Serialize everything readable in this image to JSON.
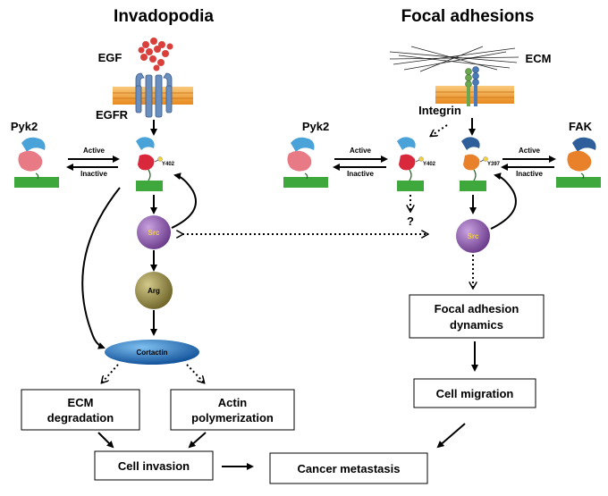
{
  "titles": {
    "left": "Invadopodia",
    "right": "Focal adhesions"
  },
  "left": {
    "egf": "EGF",
    "egfr": "EGFR",
    "pyk2": "Pyk2",
    "active": "Active",
    "inactive": "Inactive",
    "y402": "Y402",
    "src": "Src",
    "arg": "Arg",
    "cortactin": "Cortactin",
    "ecm_degradation": [
      "ECM",
      "degradation"
    ],
    "actin_polymerization": [
      "Actin",
      "polymerization"
    ],
    "cell_invasion": "Cell invasion"
  },
  "right": {
    "ecm": "ECM",
    "integrin": "Integrin",
    "pyk2": "Pyk2",
    "fak": "FAK",
    "active_left": "Active",
    "inactive_left": "Inactive",
    "active_right": "Active",
    "inactive_right": "Inactive",
    "y402": "Y402",
    "y397": "Y397",
    "question": "?",
    "src": "Src",
    "focal_adhesion_dynamics": [
      "Focal adhesion",
      "dynamics"
    ],
    "cell_migration": "Cell migration"
  },
  "bottom": {
    "cancer_metastasis": "Cancer metastasis"
  },
  "colors": {
    "membrane": "#f3a33a",
    "src": "#8b5aa8",
    "arg": "#8a7e3a",
    "cortactin": "#1f6fc0",
    "pyk2_blue": "#4aa3d8",
    "pyk2_pink": "#e87a86",
    "fak_blue": "#2f5f9a",
    "fak_orange": "#e8812a",
    "base_green": "#3fa83c",
    "egf_red": "#d9403c",
    "receptor": "#6a8fbf"
  }
}
